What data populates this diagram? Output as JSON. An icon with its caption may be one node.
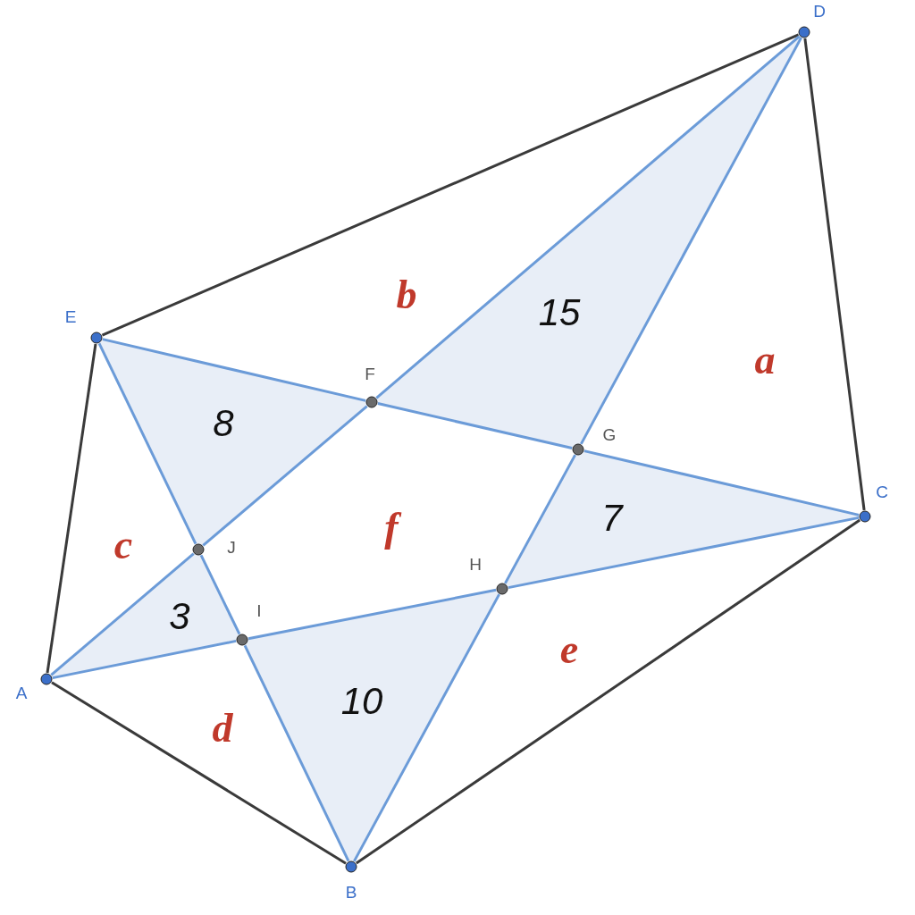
{
  "diagram": {
    "nodes": [
      {
        "text": [],
        "shape": "circle",
        "beside": [
          "A"
        ]
      },
      {
        "text": [],
        "shape": "circle",
        "beside": [
          "B"
        ]
      },
      {
        "text": [],
        "shape": "circle",
        "beside": [
          "C"
        ]
      },
      {
        "text": [],
        "shape": "circle",
        "beside": [
          "D"
        ]
      },
      {
        "text": [],
        "shape": "circle",
        "beside": [
          "E"
        ]
      },
      {
        "text": [],
        "shape": "circle",
        "beside": [
          "F"
        ]
      },
      {
        "text": [],
        "shape": "circle",
        "beside": [
          "G"
        ]
      },
      {
        "text": [],
        "shape": "circle",
        "beside": [
          "H"
        ]
      },
      {
        "text": [],
        "shape": "circle",
        "beside": [
          "I"
        ]
      },
      {
        "text": [],
        "shape": "circle",
        "beside": [
          "J"
        ]
      }
    ],
    "edges": [
      {
        "from": 0,
        "to": 1,
        "arrow": "none",
        "color": "#3a3a3a"
      },
      {
        "from": 1,
        "to": 2,
        "arrow": "none",
        "color": "#3a3a3a"
      },
      {
        "from": 2,
        "to": 3,
        "arrow": "none",
        "color": "#3a3a3a"
      },
      {
        "from": 3,
        "to": 4,
        "arrow": "none",
        "color": "#3a3a3a"
      },
      {
        "from": 4,
        "to": 0,
        "arrow": "none",
        "color": "#3a3a3a"
      },
      {
        "from": 4,
        "to": 5,
        "arrow": "none"
      },
      {
        "from": 5,
        "to": 6,
        "arrow": "none"
      },
      {
        "from": 6,
        "to": 2,
        "arrow": "none"
      },
      {
        "from": 3,
        "to": 5,
        "arrow": "none"
      },
      {
        "from": 5,
        "to": 9,
        "arrow": "none"
      },
      {
        "from": 9,
        "to": 0,
        "arrow": "none"
      },
      {
        "from": 3,
        "to": 6,
        "arrow": "none"
      },
      {
        "from": 6,
        "to": 7,
        "arrow": "none"
      },
      {
        "from": 7,
        "to": 1,
        "arrow": "none"
      },
      {
        "from": 2,
        "to": 7,
        "arrow": "none"
      },
      {
        "from": 7,
        "to": 8,
        "arrow": "none"
      },
      {
        "from": 8,
        "to": 0,
        "arrow": "none"
      },
      {
        "from": 4,
        "to": 9,
        "arrow": "none"
      },
      {
        "from": 9,
        "to": 8,
        "arrow": "none"
      },
      {
        "from": 8,
        "to": 1,
        "arrow": "none"
      }
    ],
    "labels": [
      "b",
      "15",
      "a",
      "8",
      "7",
      "f",
      "c",
      "3",
      "e",
      "10",
      "d"
    ]
  }
}
